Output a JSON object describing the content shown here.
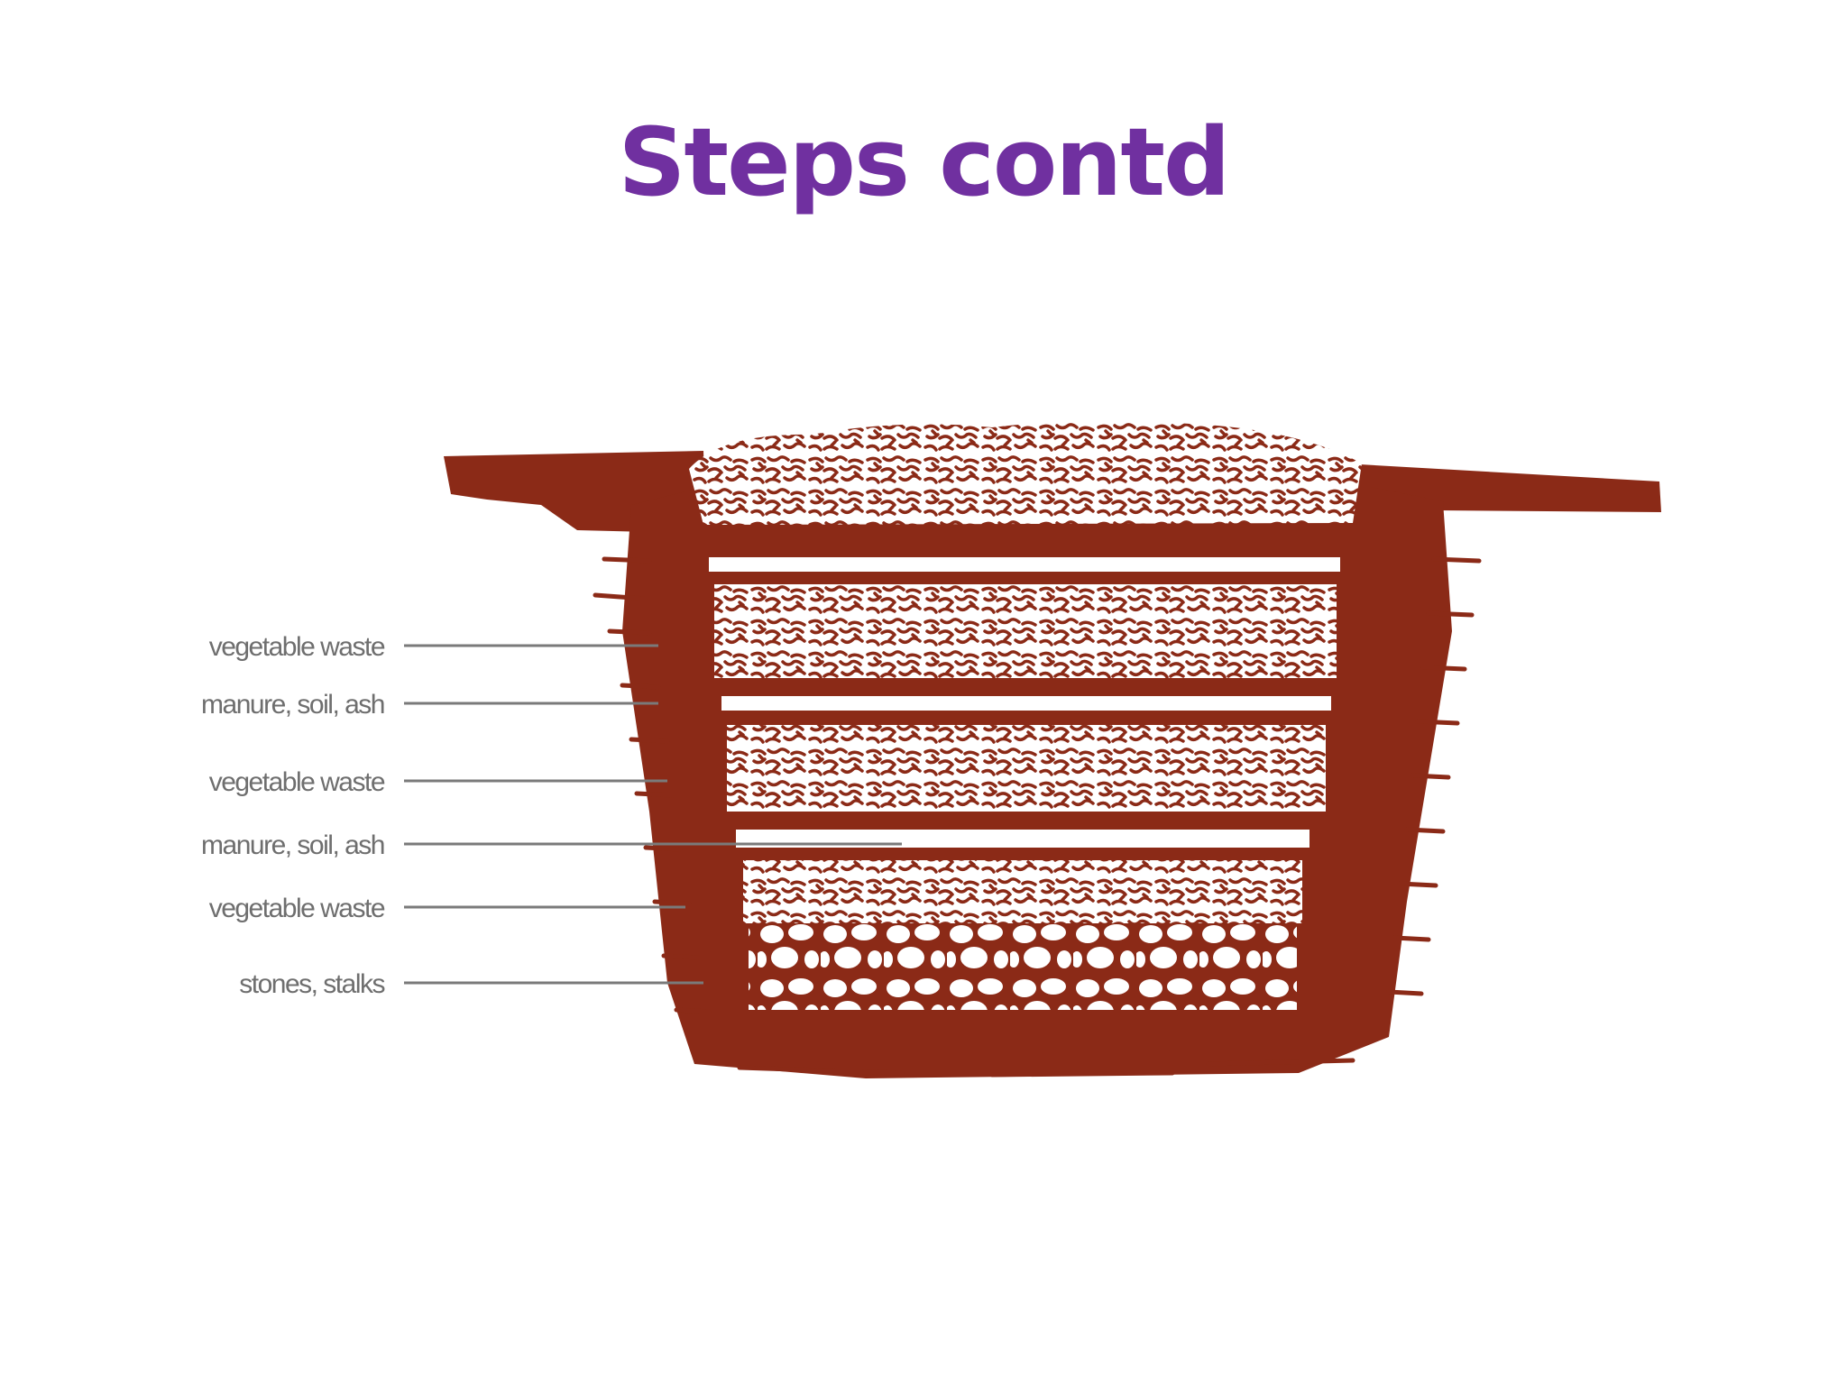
{
  "slide": {
    "title": "Steps contd",
    "title_color": "#7030a0"
  },
  "diagram": {
    "soil_color": "#8b2a17",
    "label_color": "#6e6e6e",
    "layers_bottom_to_top": [
      {
        "label": "stones, stalks",
        "fill": "stones"
      },
      {
        "label": "vegetable waste",
        "fill": "chunky"
      },
      {
        "label": "manure, soil, ash",
        "fill": "thin-band"
      },
      {
        "label": "vegetable waste",
        "fill": "chunky"
      },
      {
        "label": "manure, soil, ash",
        "fill": "thin-band"
      },
      {
        "label": "vegetable waste",
        "fill": "chunky"
      }
    ],
    "labels_top_to_bottom": [
      "vegetable waste",
      "manure, soil, ash",
      "vegetable waste",
      "manure, soil, ash",
      "vegetable waste",
      "stones, stalks"
    ]
  }
}
